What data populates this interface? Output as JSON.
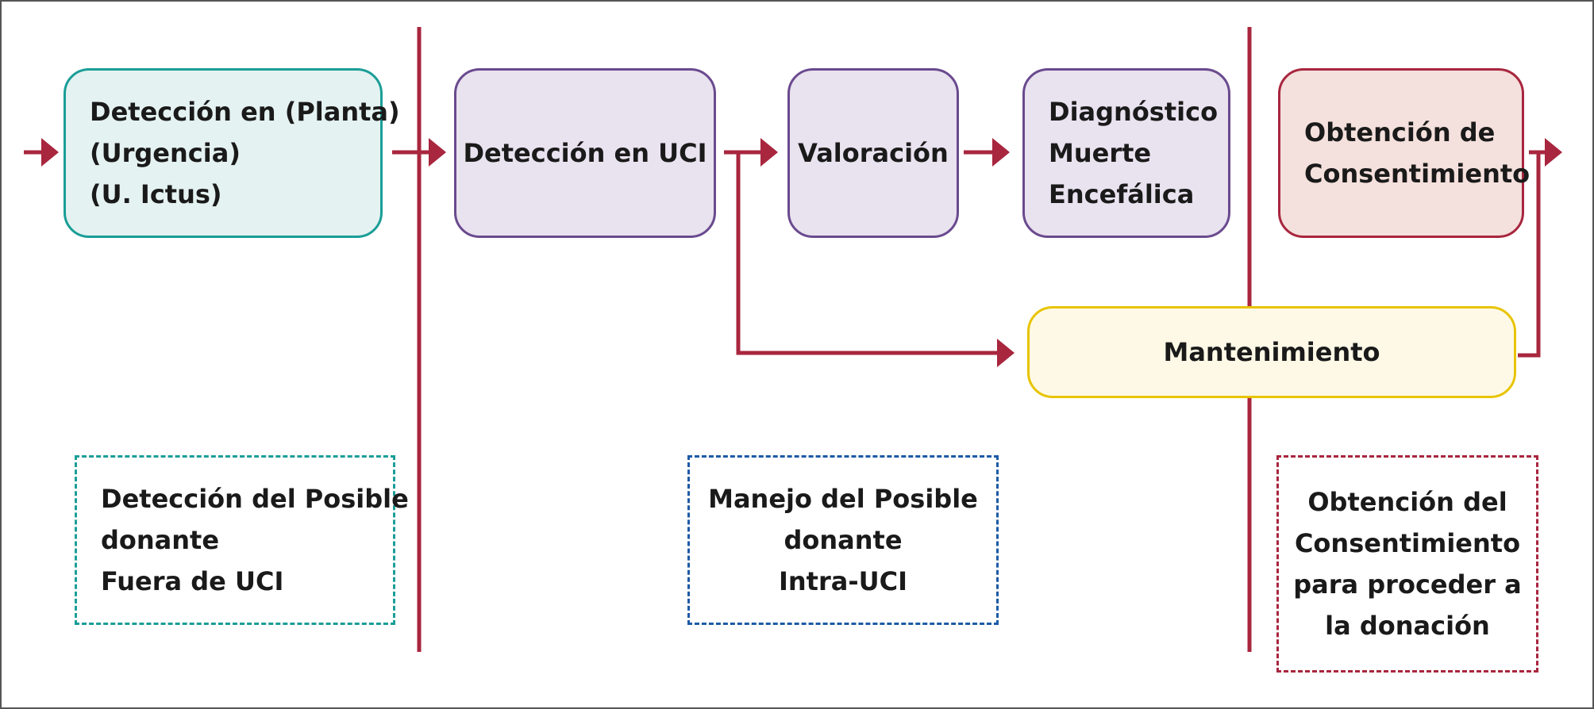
{
  "colors": {
    "arrow": "#a8263e",
    "teal_border": "#1a9e97",
    "teal_fill": "#e4f2f1",
    "purple_border": "#6a4a8e",
    "purple_fill": "#e9e2ef",
    "red_border": "#a8263e",
    "red_fill": "#f4e0dc",
    "yellow_border": "#e8c400",
    "yellow_fill": "#fdf9e6",
    "blue_dashed": "#1d5aa6"
  },
  "nodes": {
    "deteccion_fuera": {
      "lines": [
        "Detección en (Planta)",
        "(Urgencia)",
        "(U. Ictus)"
      ]
    },
    "deteccion_uci": {
      "lines": [
        "Detección en UCI"
      ]
    },
    "valoracion": {
      "lines": [
        "Valoración"
      ]
    },
    "diagnostico": {
      "lines": [
        "Diagnóstico",
        "Muerte",
        "Encefálica"
      ]
    },
    "obtencion": {
      "lines": [
        "Obtención de",
        "Consentimiento"
      ]
    },
    "mantenimiento": {
      "lines": [
        "Mantenimiento"
      ]
    }
  },
  "phases": {
    "fuera_uci": {
      "lines": [
        "Detección del Posible",
        "donante",
        "Fuera de UCI"
      ]
    },
    "intra_uci": {
      "lines": [
        "Manejo del Posible",
        "donante",
        "Intra-UCI"
      ]
    },
    "consentimiento": {
      "lines": [
        "Obtención del",
        "Consentimiento",
        "para proceder a",
        "la donación"
      ]
    }
  }
}
